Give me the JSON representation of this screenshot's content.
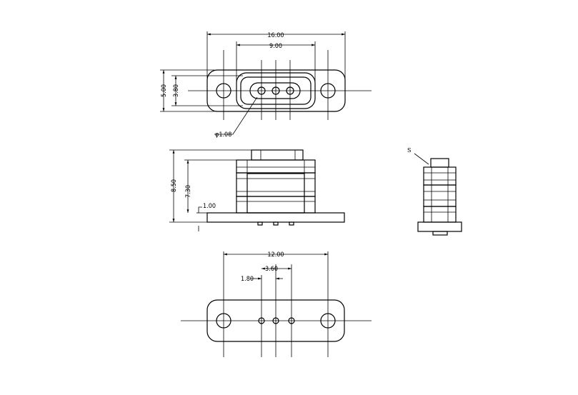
{
  "drawing": {
    "top_view": {
      "dim_overall_width": "16.00",
      "dim_window_width": "9.00",
      "dim_height": "5.00",
      "dim_window_height": "3.80",
      "dim_pin_diameter": "φ1.08"
    },
    "side_view": {
      "dim_total_height": "8.50",
      "dim_body_height": "7.30",
      "dim_flange_thickness": "1.00"
    },
    "small_view": {
      "label": "S"
    },
    "bottom_view": {
      "dim_hole_spacing": "12.00",
      "dim_pin_span": "3.60",
      "dim_pin_pitch": "1.80"
    }
  }
}
